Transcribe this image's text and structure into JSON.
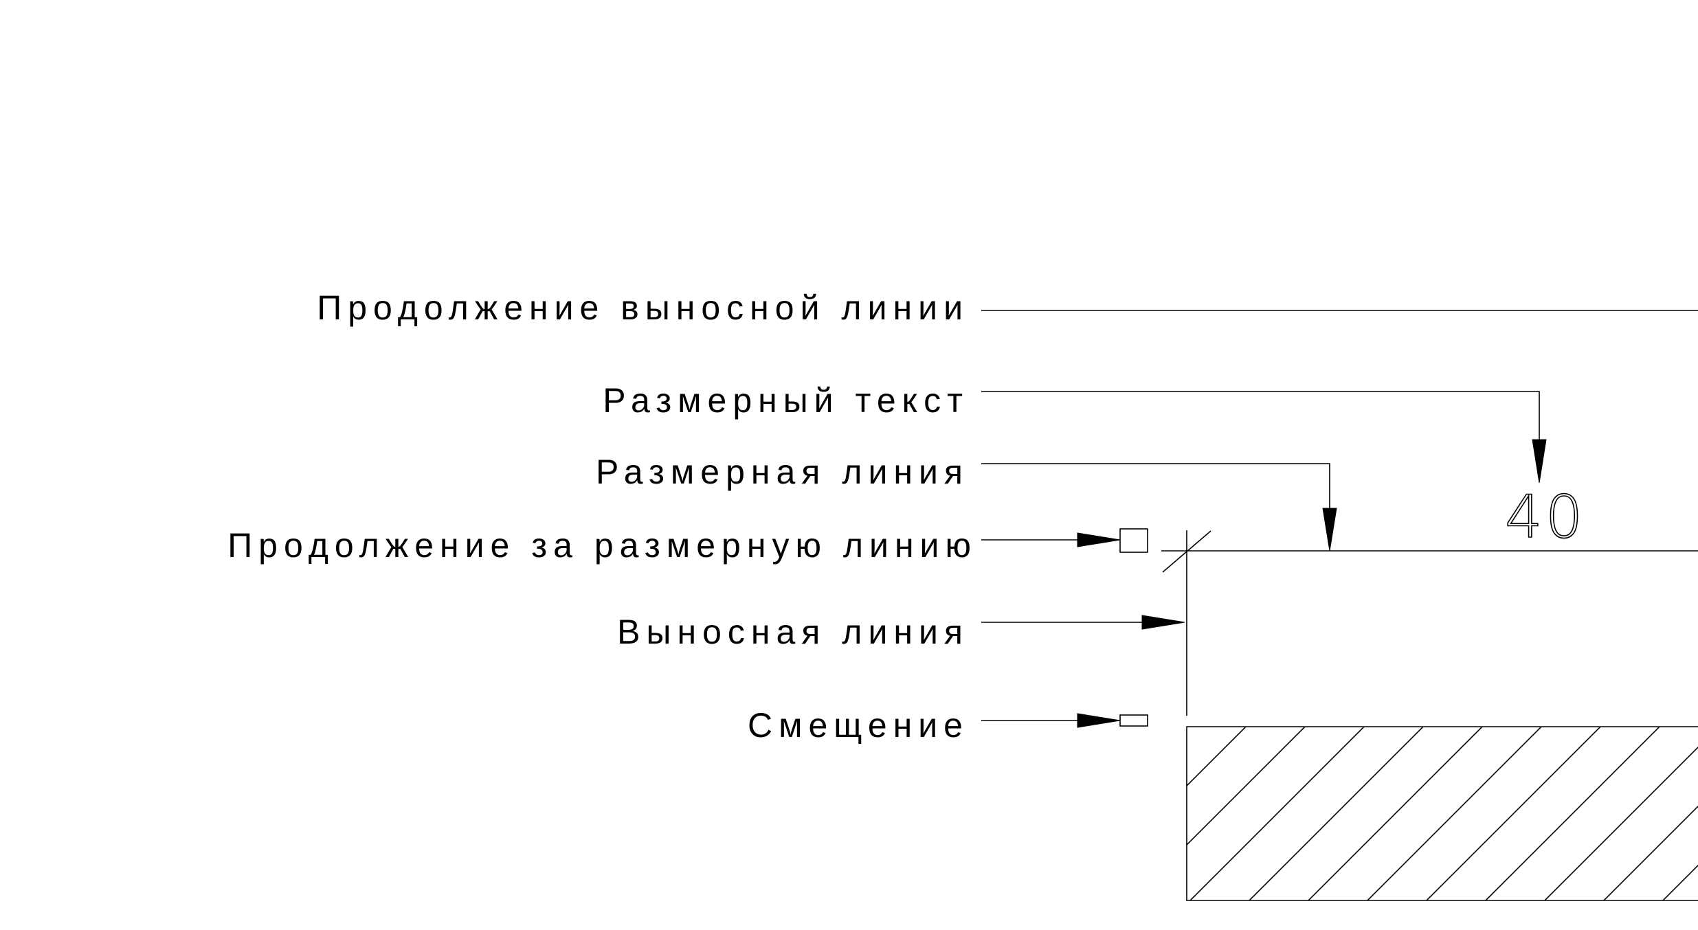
{
  "labels": {
    "extension_beyond_extension_line": "Продолжение выносной линии",
    "dimension_text": "Размерный текст",
    "dimension_line": "Размерная линия",
    "extension_beyond_dimension_line": "Продолжение за размерную линию",
    "extension_line": "Выносная линия",
    "offset": "Смещение"
  },
  "dimension": {
    "value": "40"
  },
  "colors": {
    "line": "#000000",
    "background": "#ffffff"
  }
}
